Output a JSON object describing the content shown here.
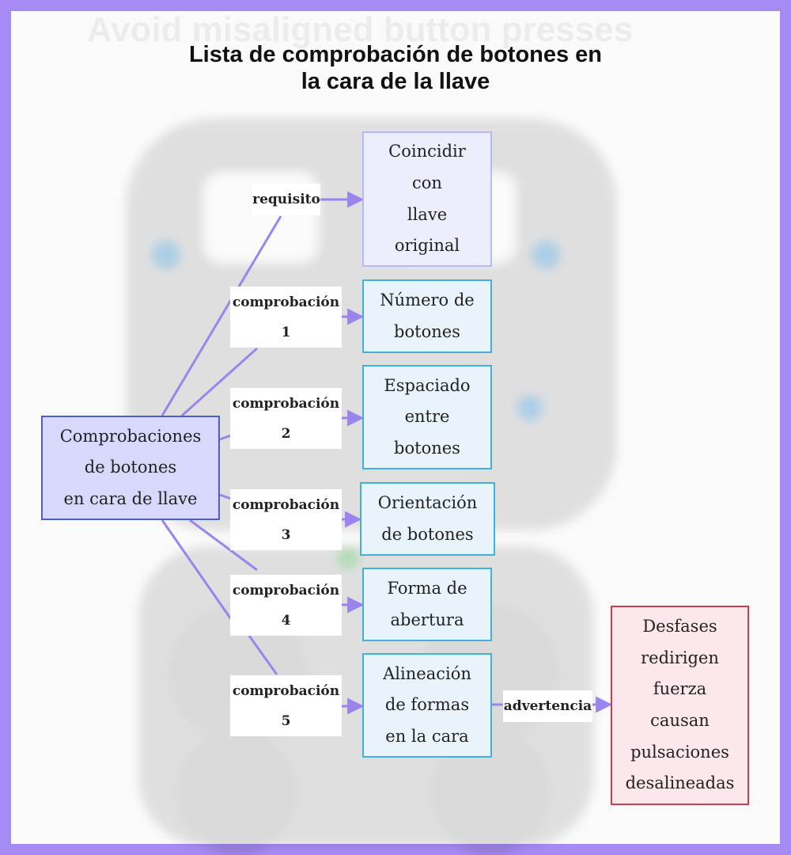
{
  "title": {
    "line1": "Lista de comprobación de botones en",
    "line2": "la cara de la llave",
    "watermark": "Avoid misaligned button presses"
  },
  "root": {
    "lines": [
      "Comprobaciones",
      "de botones",
      "en cara de llave"
    ]
  },
  "nodes": [
    {
      "id": "requirement",
      "lines": [
        "Coincidir",
        "con",
        "llave",
        "original"
      ]
    },
    {
      "id": "check1",
      "lines": [
        "Número de",
        "botones"
      ]
    },
    {
      "id": "check2",
      "lines": [
        "Espaciado",
        "entre",
        "botones"
      ]
    },
    {
      "id": "check3",
      "lines": [
        "Orientación",
        "de botones"
      ]
    },
    {
      "id": "check4",
      "lines": [
        "Forma de",
        "abertura"
      ]
    },
    {
      "id": "check5",
      "lines": [
        "Alineación",
        "de formas",
        "en la cara"
      ]
    },
    {
      "id": "warning",
      "lines": [
        "Desfases",
        "redirigen",
        "fuerza",
        "causan",
        "pulsaciones",
        "desalineadas"
      ]
    }
  ],
  "edge_labels": [
    {
      "id": "req",
      "lines": [
        "requisito"
      ]
    },
    {
      "id": "c1",
      "lines": [
        "comprobación",
        "1"
      ]
    },
    {
      "id": "c2",
      "lines": [
        "comprobación",
        "2"
      ]
    },
    {
      "id": "c3",
      "lines": [
        "comprobación",
        "3"
      ]
    },
    {
      "id": "c4",
      "lines": [
        "comprobación",
        "4"
      ]
    },
    {
      "id": "c5",
      "lines": [
        "comprobación",
        "5"
      ]
    },
    {
      "id": "warn",
      "lines": [
        "advertencia"
      ]
    }
  ],
  "colors": {
    "page_border": "#a78bf5",
    "edge": "#9b84ee",
    "root_fill": "#d7d8fb",
    "root_border": "#4a5ec4",
    "check_border": "#3fb1dd",
    "warning_border": "#cc3d4d"
  }
}
